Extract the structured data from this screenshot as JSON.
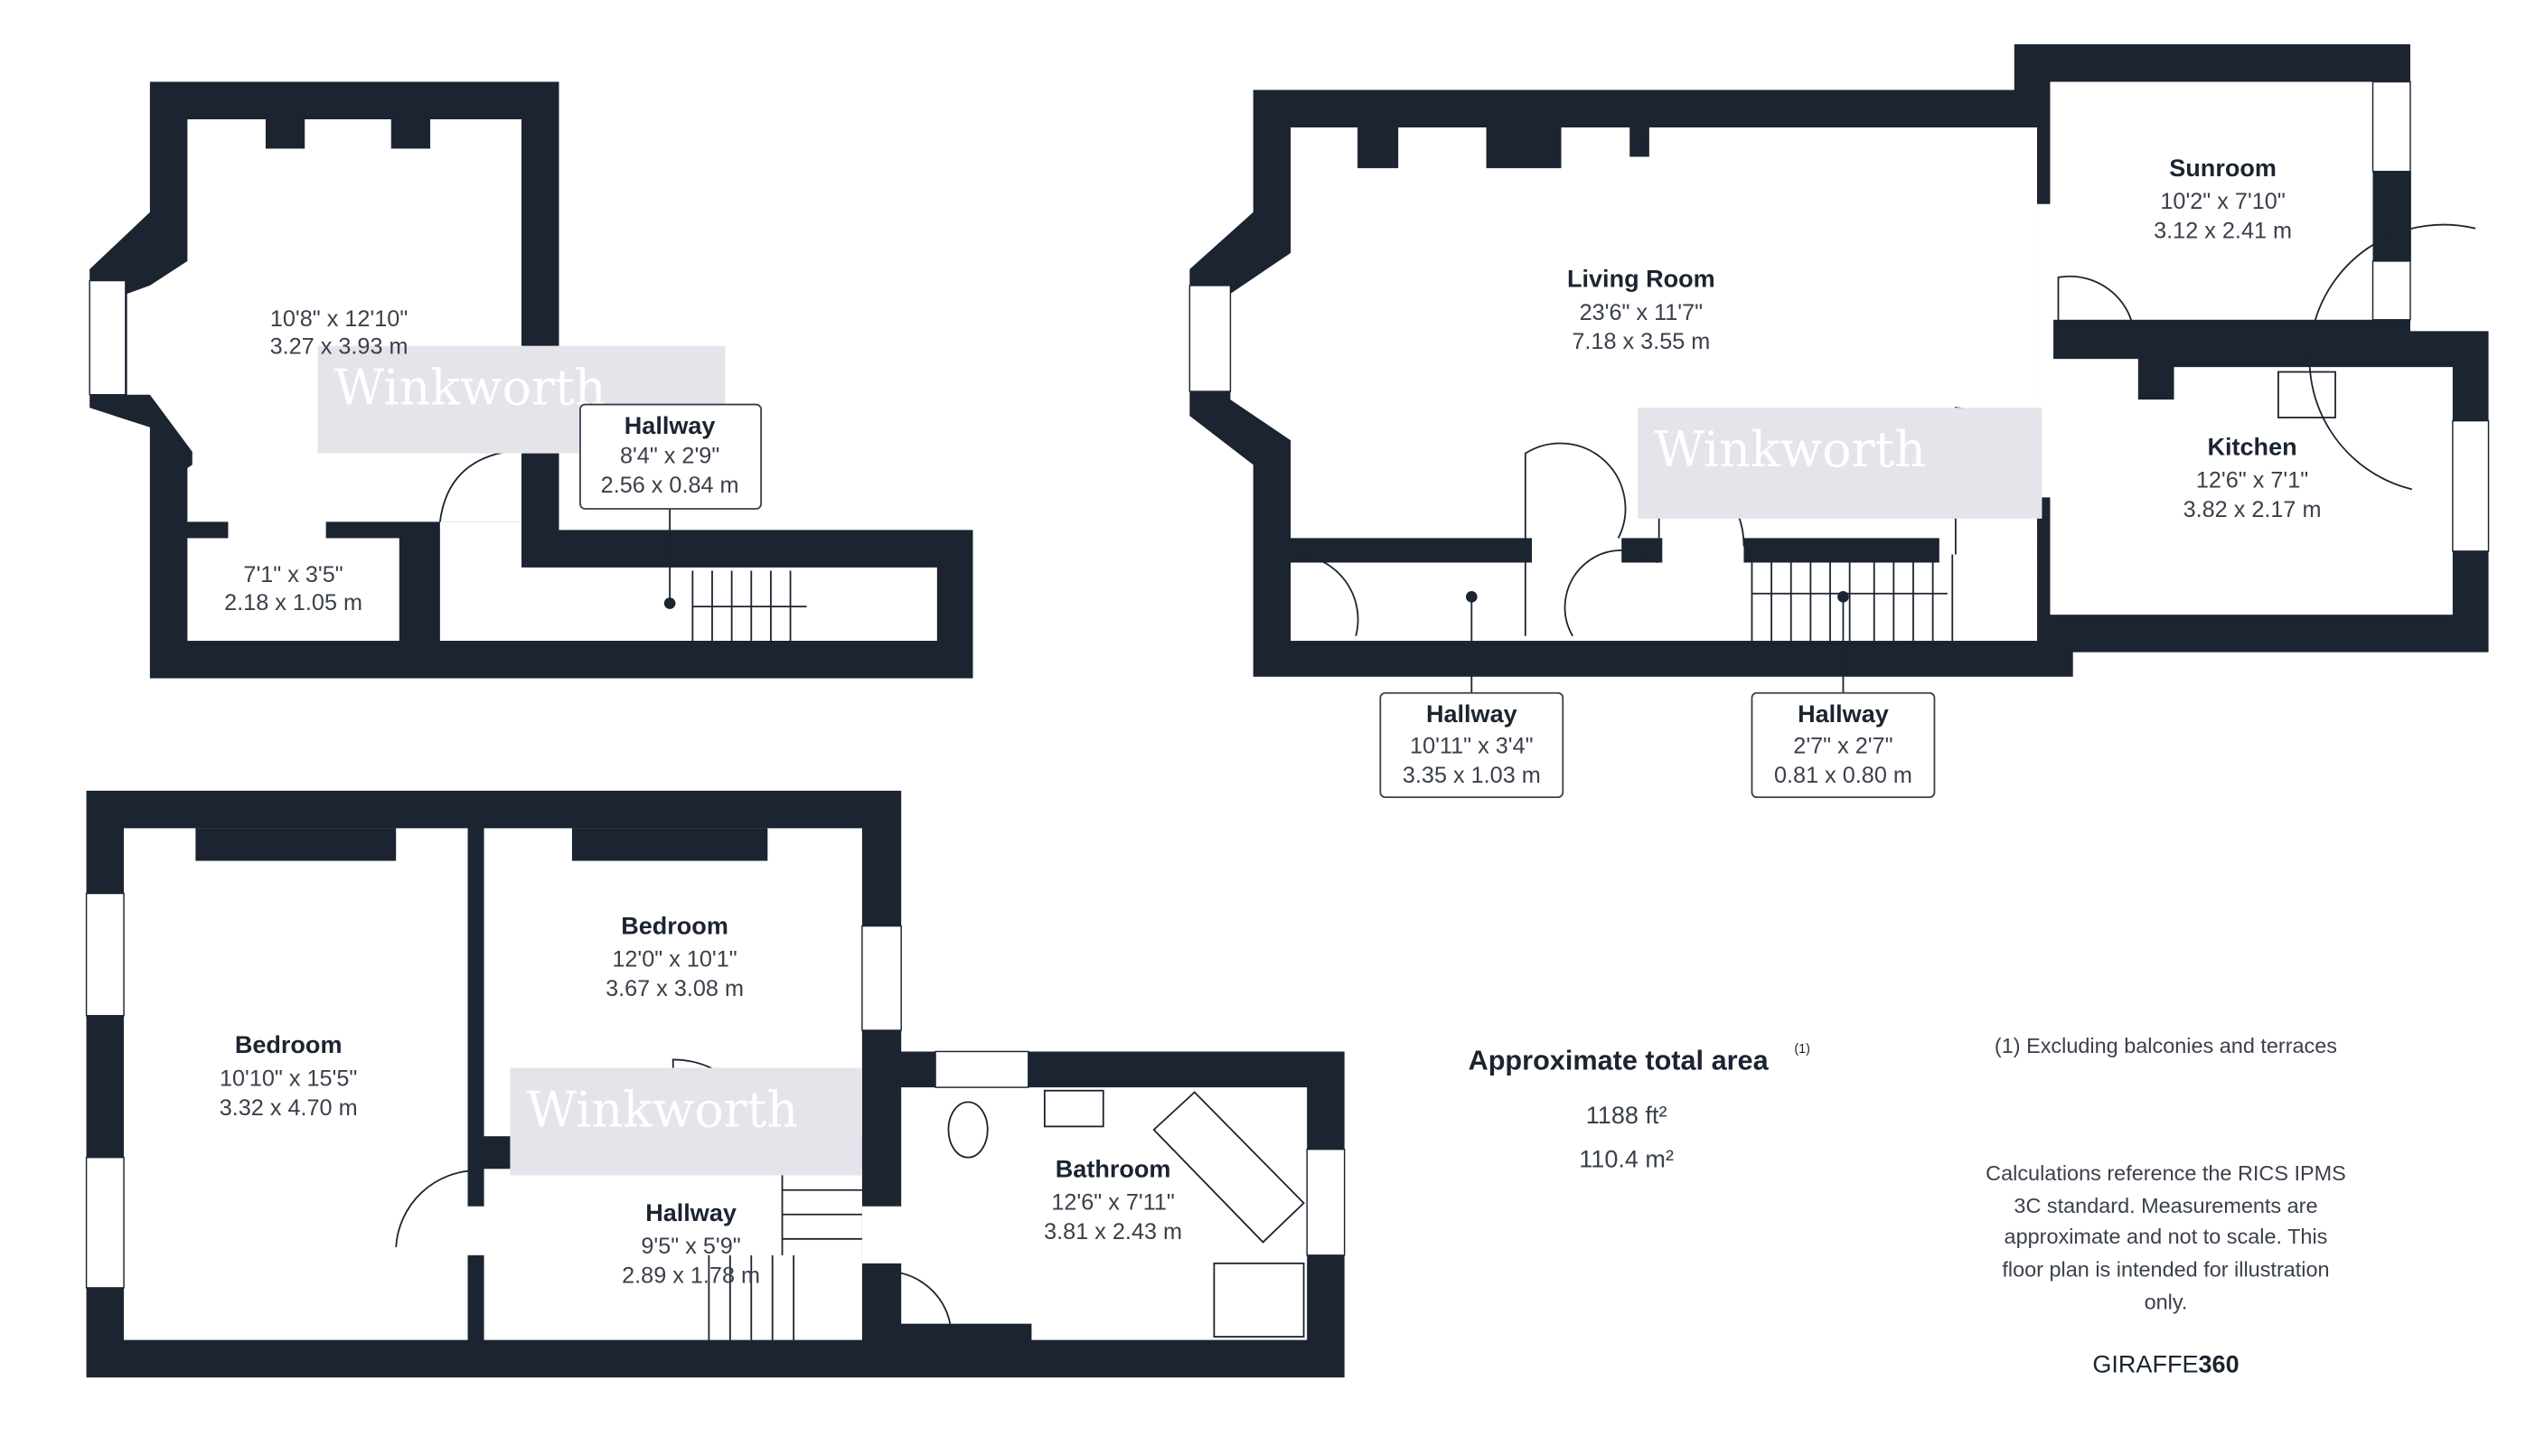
{
  "watermark": "Winkworth",
  "colors": {
    "wall": "#1b2430",
    "watermark_bg": "#e4e4ea"
  },
  "basement": {
    "main_room": {
      "imperial": "10'8\" x 12'10\"",
      "metric": "3.27 x 3.93 m"
    },
    "small_room": {
      "imperial": "7'1\" x 3'5\"",
      "metric": "2.18 x 1.05 m"
    },
    "hallway": {
      "name": "Hallway",
      "imperial": "8'4\" x 2'9\"",
      "metric": "2.56 x 0.84 m"
    }
  },
  "ground": {
    "living_room": {
      "name": "Living Room",
      "imperial": "23'6\" x 11'7\"",
      "metric": "7.18 x 3.55 m"
    },
    "sunroom": {
      "name": "Sunroom",
      "imperial": "10'2\" x 7'10\"",
      "metric": "3.12 x 2.41 m"
    },
    "kitchen": {
      "name": "Kitchen",
      "imperial": "12'6\" x 7'1\"",
      "metric": "3.82 x 2.17 m"
    },
    "hallway1": {
      "name": "Hallway",
      "imperial": "10'11\" x 3'4\"",
      "metric": "3.35 x 1.03 m"
    },
    "hallway2": {
      "name": "Hallway",
      "imperial": "2'7\" x 2'7\"",
      "metric": "0.81 x 0.80 m"
    }
  },
  "first": {
    "bedroom1": {
      "name": "Bedroom",
      "imperial": "10'10\" x 15'5\"",
      "metric": "3.32 x 4.70 m"
    },
    "bedroom2": {
      "name": "Bedroom",
      "imperial": "12'0\" x 10'1\"",
      "metric": "3.67 x 3.08 m"
    },
    "hallway": {
      "name": "Hallway",
      "imperial": "9'5\" x 5'9\"",
      "metric": "2.89 x 1.78 m"
    },
    "bathroom": {
      "name": "Bathroom",
      "imperial": "12'6\" x 7'11\"",
      "metric": "3.81 x 2.43 m"
    }
  },
  "summary": {
    "title": "Approximate total area",
    "footnote_mark": "(1)",
    "area_ft": "1188 ft²",
    "area_m": "110.4 m²",
    "footnote": "(1) Excluding balconies and terraces",
    "disclaimer": [
      "Calculations reference the RICS IPMS",
      "3C standard. Measurements are",
      "approximate and not to scale. This",
      "floor plan is intended for illustration",
      "only."
    ],
    "brand_a": "GIRAFFE",
    "brand_b": "360"
  }
}
